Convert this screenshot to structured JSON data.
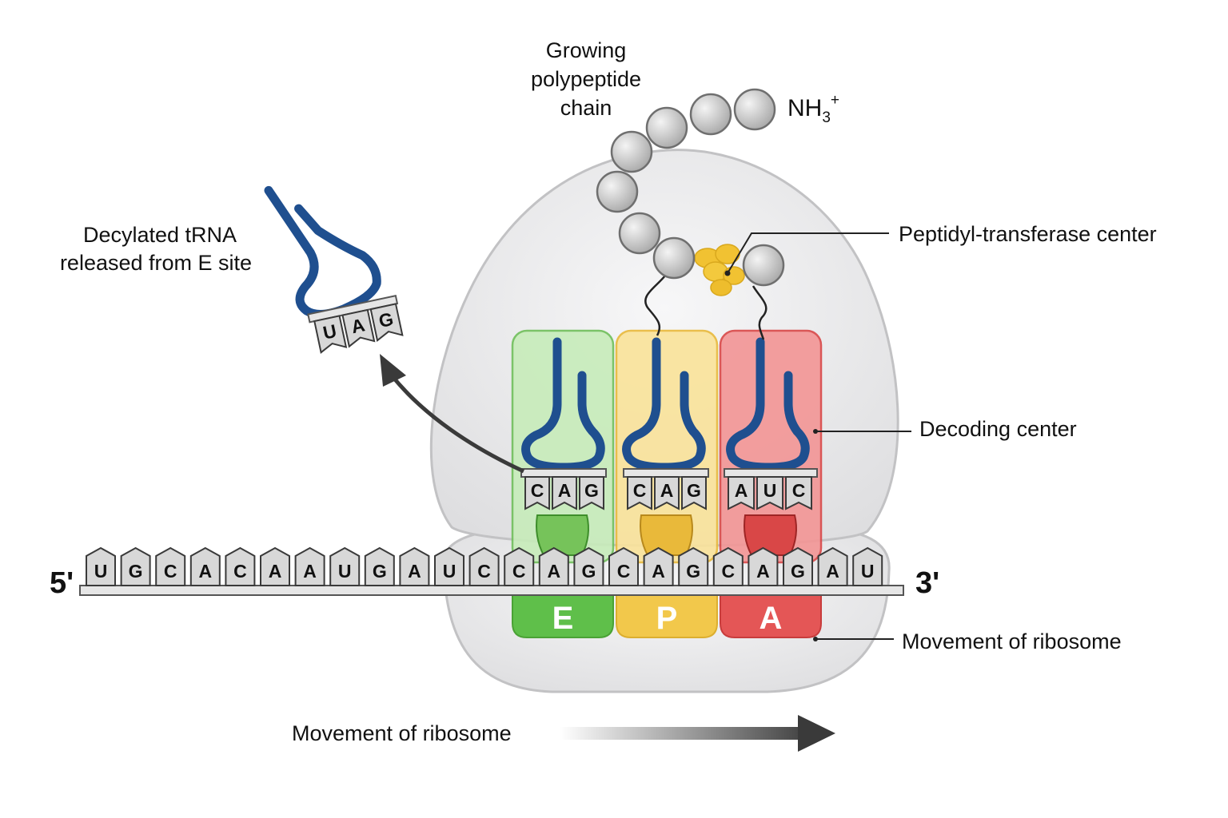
{
  "labels": {
    "polypeptide_line1": "Growing",
    "polypeptide_line2": "polypeptide",
    "polypeptide_line3": "chain",
    "nh3": "NH",
    "nh3_sub": "3",
    "nh3_sup": "+",
    "decylated_line1": "Decylated tRNA",
    "decylated_line2": "released from E site",
    "peptidyl_center": "Peptidyl-transferase center",
    "decoding_center": "Decoding center",
    "movement_right": "Movement of ribosome",
    "movement_bottom": "Movement of ribosome",
    "five_prime": "5'",
    "three_prime": "3'"
  },
  "mrna": [
    "U",
    "G",
    "C",
    "A",
    "C",
    "A",
    "A",
    "U",
    "G",
    "A",
    "U",
    "C",
    "C",
    "A",
    "G",
    "C",
    "A",
    "G",
    "C",
    "A",
    "G",
    "A",
    "U"
  ],
  "sites": [
    {
      "letter": "E",
      "anticodon": [
        "C",
        "A",
        "G"
      ],
      "color": "#5fbf4a",
      "light": "#bfe8b0",
      "base_fill": "#76c35a"
    },
    {
      "letter": "P",
      "anticodon": [
        "C",
        "A",
        "G"
      ],
      "color": "#f2c84b",
      "light": "#f9e39a",
      "base_fill": "#e9b93a"
    },
    {
      "letter": "A",
      "anticodon": [
        "A",
        "U",
        "C"
      ],
      "color": "#e45656",
      "light": "#f29b9b",
      "base_fill": "#d94747"
    }
  ],
  "released_trna": {
    "anticodon": [
      "U",
      "A",
      "G"
    ]
  },
  "colors": {
    "trna_blue": "#1f4f8f",
    "ribosome": "#ededee",
    "bead": "#c4c4c4",
    "peptidyl_yellow": "#f1c232"
  }
}
